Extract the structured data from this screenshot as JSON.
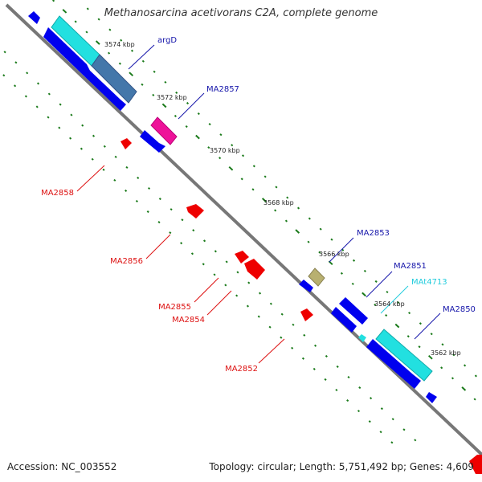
{
  "title": "Methanosarcina acetivorans C2A, complete genome",
  "footer": {
    "accession": "Accession: NC_003552",
    "summary": "Topology: circular; Length: 5,751,492 bp; Genes: 4,609"
  },
  "colors": {
    "forward": "#0000ee",
    "reverse": "#ee0000",
    "forward_label": "#1515aa",
    "reverse_label": "#dd1111",
    "tick": "#1a7a1a",
    "backbone": "#777777",
    "cyan_gene": "#22e0e0",
    "steelblue_gene": "#4477aa",
    "magenta_gene": "#ee1199",
    "khaki_gene": "#b8b070"
  },
  "scale_labels": [
    "3574 kbp",
    "3572 kbp",
    "3570 kbp",
    "3568 kbp",
    "3566 kbp",
    "3564 kbp",
    "3562 kbp"
  ],
  "gene_labels": [
    {
      "id": "argD",
      "text": "argD",
      "strand": "forward"
    },
    {
      "id": "ma2857",
      "text": "MA2857",
      "strand": "forward"
    },
    {
      "id": "ma2858",
      "text": "MA2858",
      "strand": "reverse"
    },
    {
      "id": "ma2856",
      "text": "MA2856",
      "strand": "reverse"
    },
    {
      "id": "ma2853",
      "text": "MA2853",
      "strand": "forward"
    },
    {
      "id": "ma2851",
      "text": "MA2851",
      "strand": "forward"
    },
    {
      "id": "mat4713",
      "text": "MAt4713",
      "strand": "forward"
    },
    {
      "id": "ma2850",
      "text": "MA2850",
      "strand": "forward"
    },
    {
      "id": "ma2855",
      "text": "MA2855",
      "strand": "reverse"
    },
    {
      "id": "ma2854",
      "text": "MA2854",
      "strand": "reverse"
    },
    {
      "id": "ma2852",
      "text": "MA2852",
      "strand": "reverse"
    }
  ]
}
